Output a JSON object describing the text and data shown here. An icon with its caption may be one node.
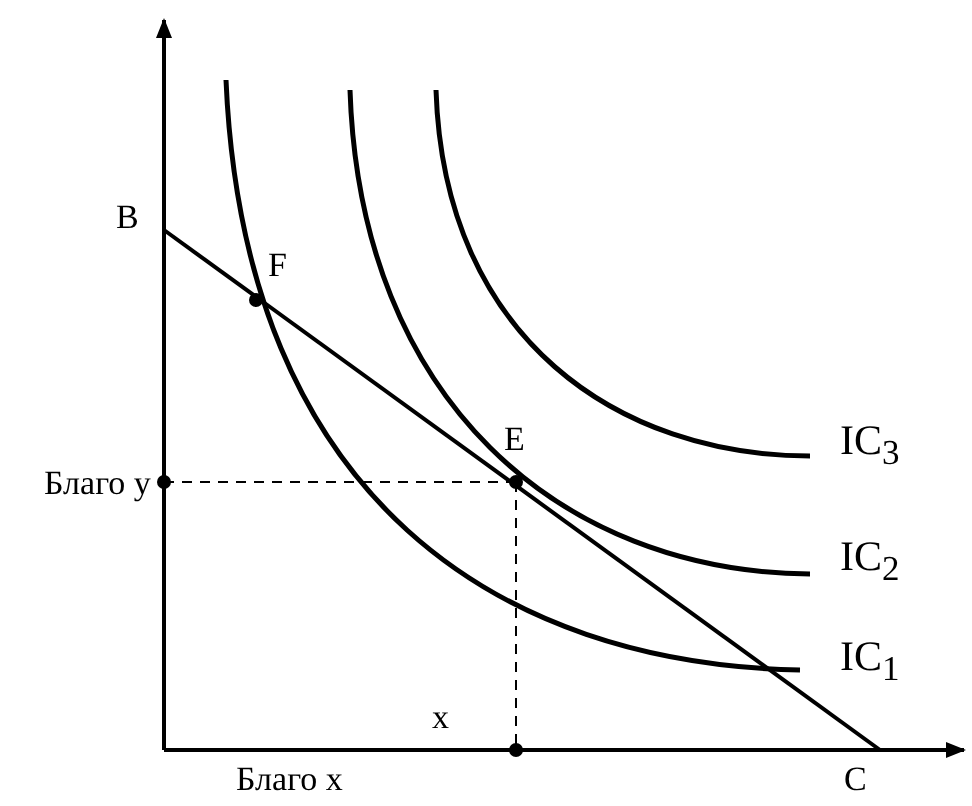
{
  "diagram": {
    "labels": [
      "B",
      "F",
      "E",
      "IC$_{3}$",
      "Благо y",
      "IC$_{2}$",
      "x",
      "IC$_{1}$",
      "Благо x",
      "C"
    ]
  }
}
